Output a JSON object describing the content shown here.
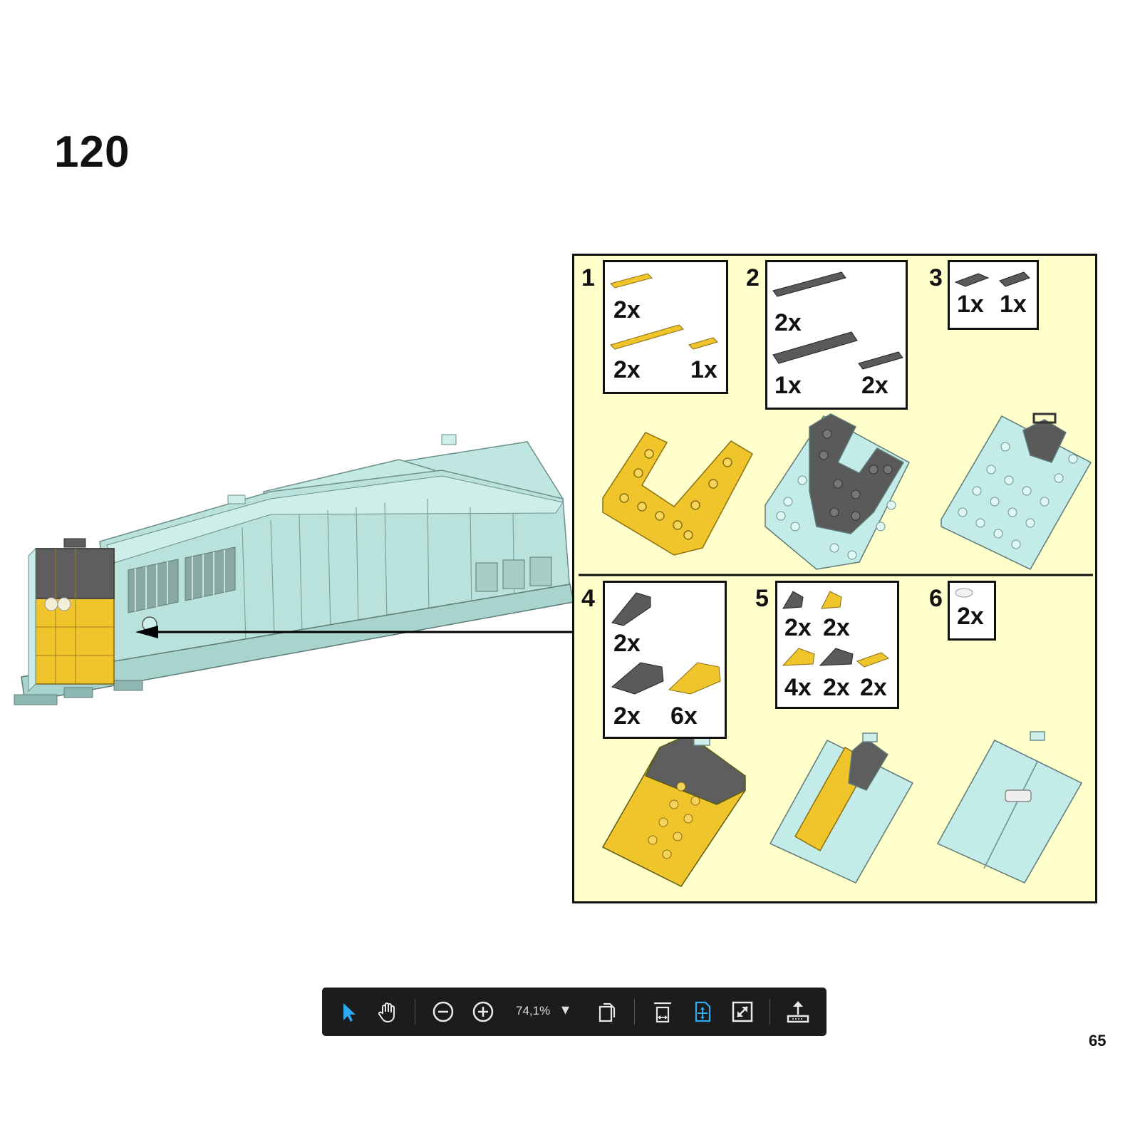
{
  "step": {
    "number": "120"
  },
  "page": {
    "number": "65"
  },
  "callout": {
    "substeps": [
      {
        "number": "1",
        "parts": [
          {
            "qty": "2x"
          },
          {
            "qty": "2x"
          },
          {
            "qty": "1x"
          }
        ]
      },
      {
        "number": "2",
        "parts": [
          {
            "qty": "2x"
          },
          {
            "qty": "1x"
          },
          {
            "qty": "2x"
          }
        ]
      },
      {
        "number": "3",
        "parts": [
          {
            "qty": "1x"
          },
          {
            "qty": "1x"
          }
        ]
      },
      {
        "number": "4",
        "parts": [
          {
            "qty": "2x"
          },
          {
            "qty": "2x"
          },
          {
            "qty": "6x"
          }
        ]
      },
      {
        "number": "5",
        "parts": [
          {
            "qty": "2x"
          },
          {
            "qty": "2x"
          },
          {
            "qty": "4x"
          },
          {
            "qty": "2x"
          },
          {
            "qty": "2x"
          }
        ]
      },
      {
        "number": "6",
        "parts": [
          {
            "qty": "2x"
          }
        ]
      }
    ]
  },
  "toolbar": {
    "zoom_value": "74,1%",
    "zoom_caret": "▾",
    "icons": [
      "select-arrow-icon",
      "hand-pan-icon",
      "zoom-out-icon",
      "zoom-in-icon",
      "zoom-dropdown-icon",
      "page-view-icon",
      "fit-width-icon",
      "fit-page-icon",
      "fullscreen-icon",
      "share-upload-icon"
    ]
  },
  "colors": {
    "callout_bg": "#ffffcc",
    "brick_yellow": "#f2c82f",
    "brick_dark_gray": "#5a5a5a",
    "brick_light_aqua": "#bfe8e3",
    "toolbar_bg": "#1c1c1c",
    "toolbar_accent": "#2fa9f0"
  }
}
